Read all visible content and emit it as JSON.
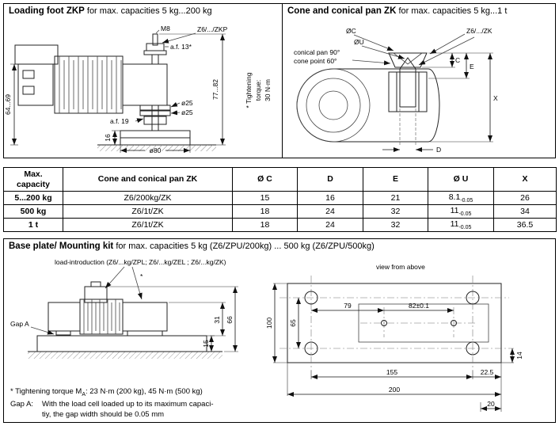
{
  "loading_foot": {
    "title_bold": "Loading foot ZKP",
    "title_rest": " for max. capacities 5 kg...200 kg",
    "labels": {
      "m8": "M8",
      "part": "Z6/.../ZKP",
      "af13": "a.f. 13*",
      "dia25_a": "ø25",
      "dia25_b": "ø25",
      "af19": "a.f. 19",
      "dia80": "ø80",
      "dim_left": "64...69",
      "dim_right": "77...82",
      "dim_pad": "16",
      "torque1": "* Tightening",
      "torque2": "torque:",
      "torque3": "30 N·m"
    }
  },
  "cone_pan": {
    "title_bold": "Cone and conical pan ZK",
    "title_rest": " for max. capacities 5 kg...1 t",
    "labels": {
      "dia_c": "ØC",
      "dia_u": "ØU",
      "part": "Z6/.../ZK",
      "pan": "conical pan 90°",
      "point": "cone point 60°",
      "c": "C",
      "e": "E",
      "x": "X",
      "d": "D"
    }
  },
  "table": {
    "headers": {
      "cap1": "Max.",
      "cap2": "capacity",
      "type": "Cone and conical pan ZK",
      "c": "Ø C",
      "d": "D",
      "e": "E",
      "u": "Ø U",
      "x": "X"
    },
    "rows": [
      {
        "capacity": "5...200 kg",
        "type": "Z6/200kg/ZK",
        "c": "15",
        "d": "16",
        "e": "21",
        "u": "8.1",
        "u_tol": "-0.05",
        "x": "26"
      },
      {
        "capacity": "500 kg",
        "type": "Z6/1t/ZK",
        "c": "18",
        "d": "24",
        "e": "32",
        "u": "11",
        "u_tol": "-0.05",
        "x": "34"
      },
      {
        "capacity": "1 t",
        "type": "Z6/1t/ZK",
        "c": "18",
        "d": "24",
        "e": "32",
        "u": "11",
        "u_tol": "-0.05",
        "x": "36.5"
      }
    ]
  },
  "base_plate": {
    "title_bold": "Base plate/ Mounting kit",
    "title_rest": " for max. capacities 5 kg (Z6/ZPU/200kg) ... 500 kg (Z6/ZPU/500kg)",
    "labels": {
      "load_intro": "load-introduction (Z6/...kg/ZPL; Z6/...kg/ZEL ; Z6/...kg/ZK)",
      "star": "*",
      "gap_a": "Gap A",
      "d31": "31",
      "d66": "66",
      "d15": "15",
      "view_above": "view from above",
      "d100": "100",
      "d65": "65",
      "d79": "79",
      "d82": "82±0.1",
      "d155": "155",
      "d22": "22.5",
      "d14": "14",
      "d200": "200",
      "d20": "20"
    },
    "notes": {
      "torque_pre": "* Tightening torque M",
      "torque_sub": "A",
      "torque_post": ": 23 N·m (200 kg), 45 N·m (500 kg)",
      "gap_label": "Gap A:",
      "gap_text1": "With the load cell loaded up to its maximum capaci-",
      "gap_text2": "tiy, the gap width should be 0.05 mm"
    }
  }
}
